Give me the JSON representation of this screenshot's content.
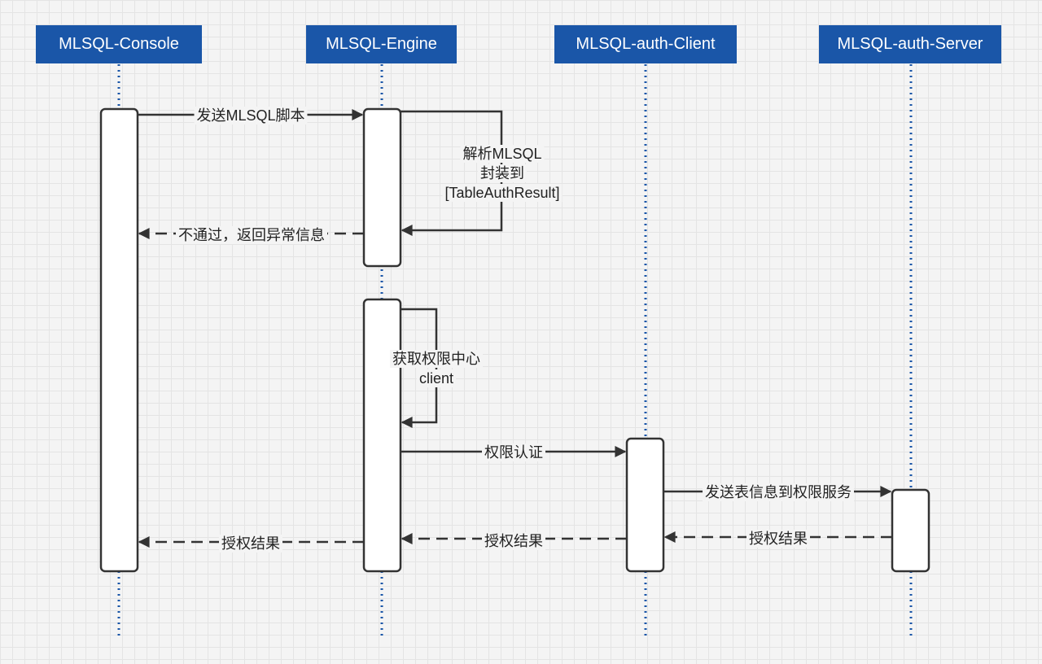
{
  "participants": [
    {
      "id": "console",
      "label": "MLSQL-Console"
    },
    {
      "id": "engine",
      "label": "MLSQL-Engine"
    },
    {
      "id": "auth_client",
      "label": "MLSQL-auth-Client"
    },
    {
      "id": "auth_server",
      "label": "MLSQL-auth-Server"
    }
  ],
  "messages": {
    "send_script": "发送MLSQL脚本",
    "parse_line1": "解析MLSQL",
    "parse_line2": "封装到",
    "parse_line3": "[TableAuthResult]",
    "reject": "不通过，返回异常信息",
    "get_client_line1": "获取权限中心",
    "get_client_line2": "client",
    "auth_check": "权限认证",
    "send_table_info": "发送表信息到权限服务",
    "result_server": "授权结果",
    "result_client": "授权结果",
    "result_engine": "授权结果"
  },
  "colors": {
    "participant_fill": "#1a56a8",
    "participant_text": "#ffffff",
    "lifeline": "#1a56a8",
    "arrow": "#333333",
    "activation_fill": "#ffffff",
    "activation_stroke": "#333333"
  }
}
